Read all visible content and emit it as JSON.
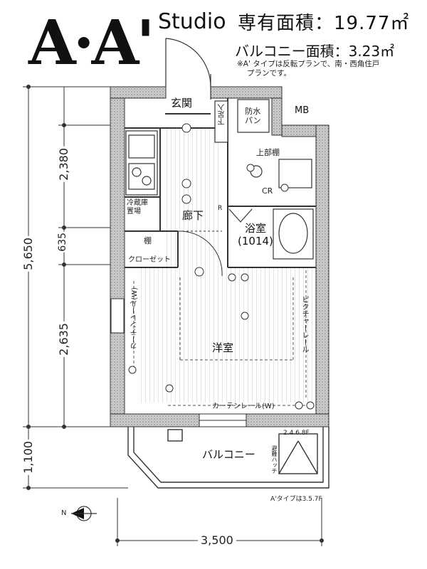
{
  "header": {
    "type_logo": "A·A'",
    "studio_label": "Studio",
    "exclusive_area": "専有面積：19.77㎡",
    "balcony_area": "バルコニー面積：3.23㎡",
    "note_line1": "※A' タイプは反転プランで、南・西角住戸",
    "note_line2": "プランです。"
  },
  "rooms": {
    "entrance": "玄関",
    "shoe_box": "下足入",
    "washer_pan_line1": "防水",
    "washer_pan_line2": "パン",
    "mb": "MB",
    "upper_shelf": "上部棚",
    "cr": "CR",
    "corridor": "廊下",
    "bath_line1": "浴室",
    "bath_line2": "(1014)",
    "fridge_line1": "冷蔵庫",
    "fridge_line2": "置場",
    "shelf": "棚",
    "closet": "クローゼット",
    "western_room": "洋室",
    "curtain_rail_left": "カーテンレール(W)",
    "curtain_rail_bottom": "カーテンレール(W)",
    "picture_rail": "ピクチャーレール",
    "balcony": "バルコニー",
    "hatch_floors": "2.4.6.8F",
    "hatch_label": "避難ハッチ",
    "a_prime_floors": "A'タイプは3.5.7F",
    "r_mark": "R"
  },
  "dimensions": {
    "total_height": "5,650",
    "d1": "2,380",
    "d2": "635",
    "d3": "2,635",
    "d4": "1,100",
    "width": "3,500"
  },
  "compass": {
    "north": "N"
  }
}
